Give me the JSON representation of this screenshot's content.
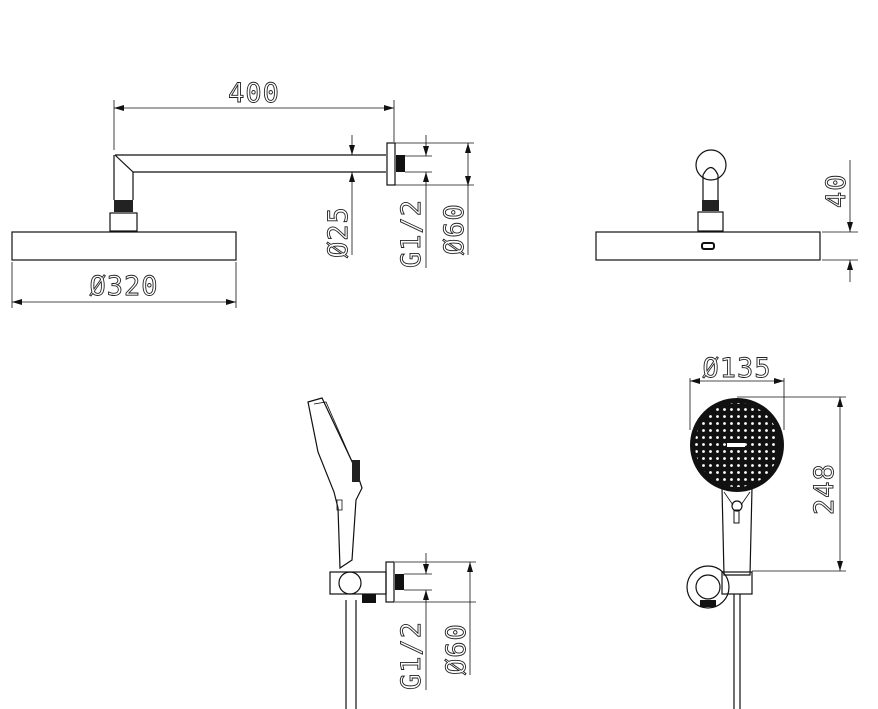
{
  "drawing": {
    "overhead_side_view": {
      "arm_length": "400",
      "head_diameter": "Ø320",
      "arm_diameter": "Ø25",
      "thread": "G1/2",
      "flange_diameter": "Ø60"
    },
    "overhead_front_view": {
      "height": "40"
    },
    "handheld_side_view": {
      "thread": "G1/2",
      "flange_diameter": "Ø60"
    },
    "handheld_front_view": {
      "head_diameter": "Ø135",
      "length": "248"
    }
  },
  "colors": {
    "line": "#111111",
    "background": "#ffffff"
  }
}
